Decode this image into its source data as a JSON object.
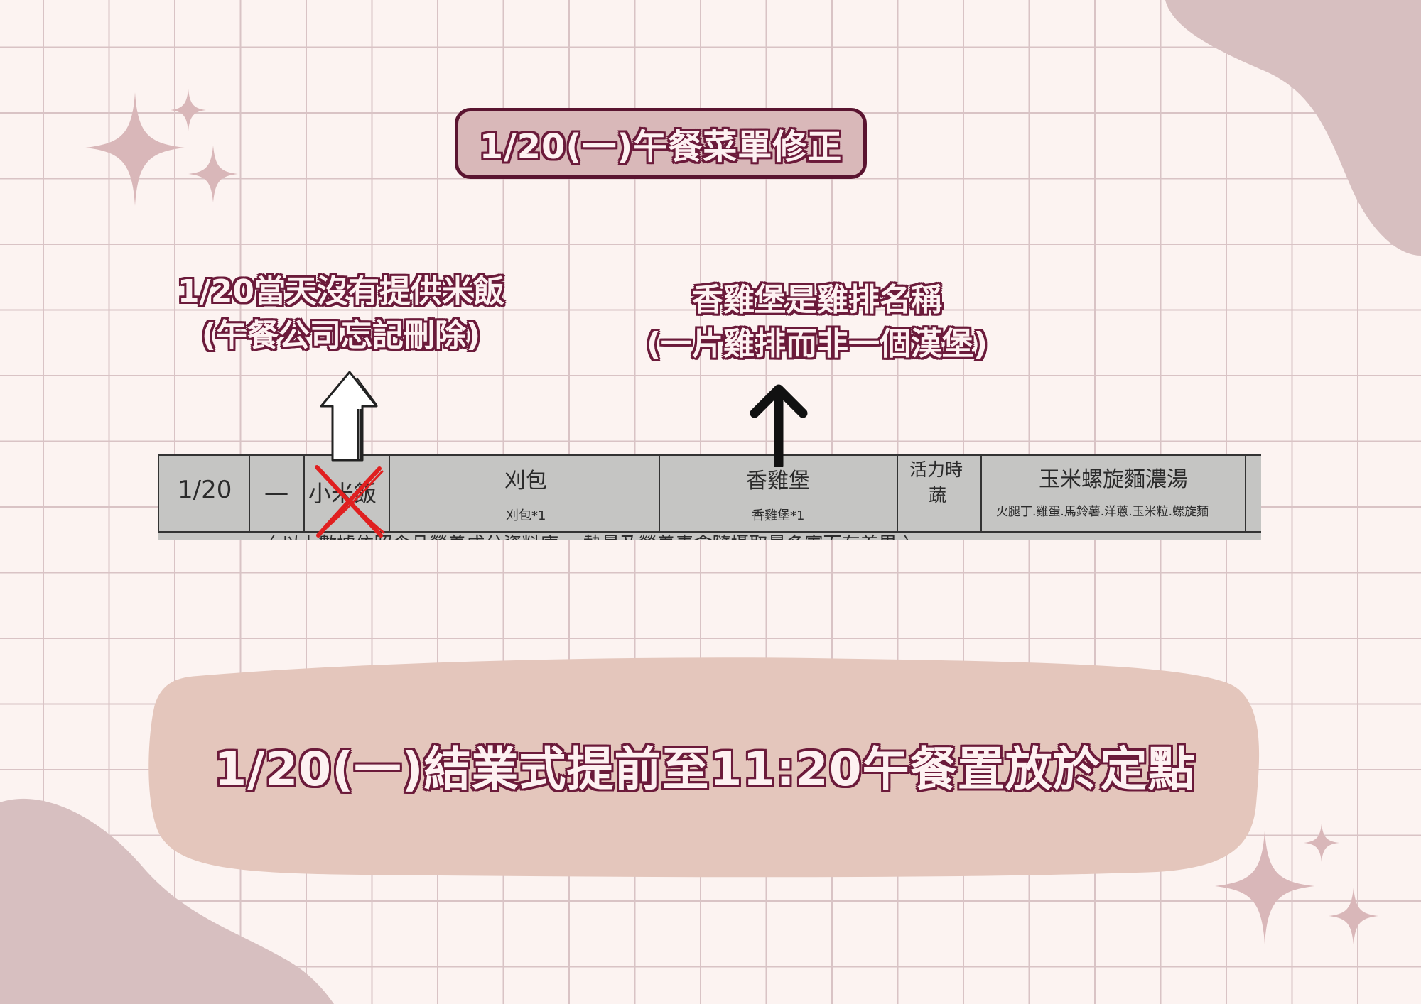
{
  "colors": {
    "outline": "#6b1a3a",
    "title_box_fill": "#d9b8b9",
    "banner_fill": "#e4c6bc",
    "blob_fill": "#d7bfc0",
    "sparkle": "#d9b7b9",
    "cross_red": "#e02020"
  },
  "title": "1/20(一)午餐菜單修正",
  "note_left": {
    "line1": "1/20當天沒有提供米飯",
    "line2": "(午餐公司忘記刪除)"
  },
  "note_right": {
    "line1": "香雞堡是雞排名稱",
    "line2": "(一片雞排而非一個漢堡)"
  },
  "menu_row": {
    "date": "1/20",
    "weekday": "一",
    "staple": "小米飯",
    "main_dish": "刈包",
    "main_dish_detail": "刈包*1",
    "side_dish": "香雞堡",
    "side_dish_detail": "香雞堡*1",
    "vegetable_line1": "活力時",
    "vegetable_line2": "蔬",
    "soup": "玉米螺旋麵濃湯",
    "soup_ingredients": "火腿丁.雞蛋.馬鈴薯.洋蔥.玉米粒.螺旋麵",
    "cut_off_text": "〈 以上數據依照食品營養成分資料庫 ，熱量及營養素會隨攝取量多寡而有差異 〉"
  },
  "banner": "1/20(一)結業式提前至11:20午餐置放於定點",
  "icons": {
    "up_arrow_left": "hand-drawn-up-arrow-icon",
    "up_arrow_right": "up-arrow-icon",
    "cross": "red-x-icon",
    "sparkles": "sparkle-icon"
  }
}
